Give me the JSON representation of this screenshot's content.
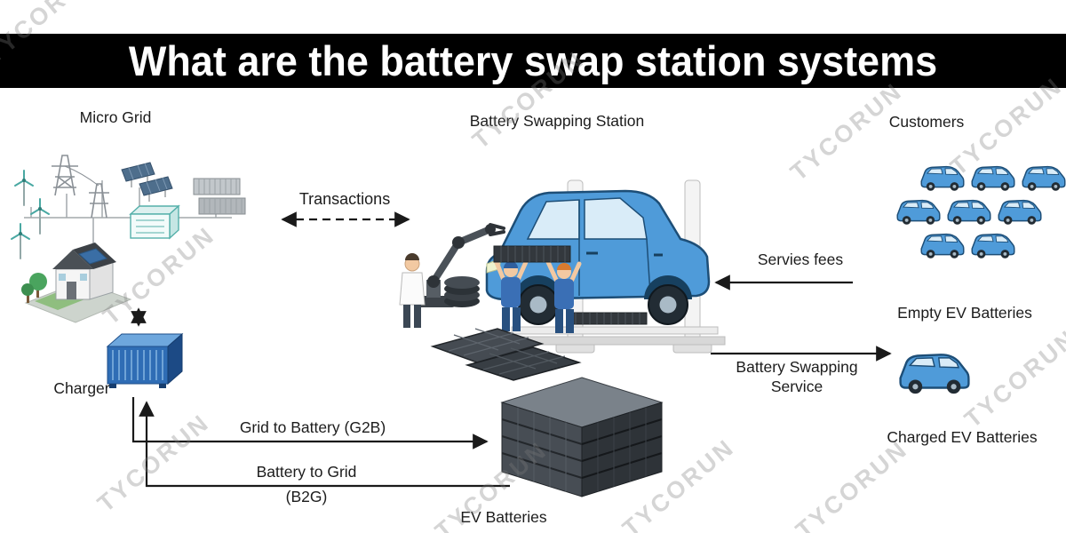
{
  "banner": {
    "title": "What are the battery swap station systems"
  },
  "watermark": {
    "text": "TYCORUN"
  },
  "labels": {
    "micro_grid": "Micro Grid",
    "battery_swapping_station": "Battery Swapping Station",
    "customers": "Customers",
    "transactions": "Transactions",
    "servies_fees": "Servies fees",
    "empty_ev_batteries": "Empty EV Batteries",
    "battery_swapping_service_line1": "Battery Swapping",
    "battery_swapping_service_line2": "Service",
    "charged_ev_batteries": "Charged EV Batteries",
    "charger": "Charger",
    "grid_to_battery": "Grid to Battery (G2B)",
    "battery_to_grid_line1": "Battery to Grid",
    "battery_to_grid_line2": "(B2G)",
    "ev_batteries": "EV Batteries"
  },
  "colors": {
    "banner_bg": "#000000",
    "banner_text": "#ffffff",
    "car_blue": "#4f9bd9",
    "charger_blue": "#2f6db5",
    "battery_dark": "#33383d",
    "arrow": "#1a1a1a",
    "watermark_gray": "#7d7d7d"
  }
}
